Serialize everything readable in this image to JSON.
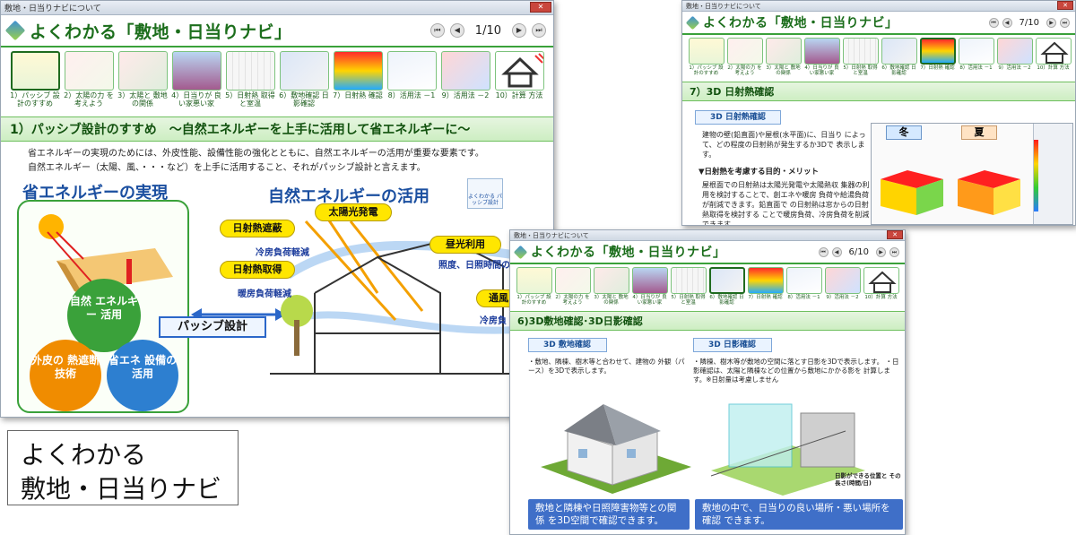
{
  "app": {
    "window_title": "敷地・日当りナビについて",
    "title": "よくわかる「敷地・日当りナビ」",
    "close_symbol": "✕"
  },
  "nav": [
    {
      "label": "1）パッシブ 設計のすすめ"
    },
    {
      "label": "2）太陽の力 を考えよう"
    },
    {
      "label": "3）太陽と 敷地の関係"
    },
    {
      "label": "4）日当りが 良い家悪い家"
    },
    {
      "label": "5）日射熱 取得と室温"
    },
    {
      "label": "6）敷地確認 日影確認"
    },
    {
      "label": "7）日射熱 確認"
    },
    {
      "label": "8）活用法 －1"
    },
    {
      "label": "9）活用法 －2"
    },
    {
      "label": "10）計算 方法"
    }
  ],
  "pager_buttons": {
    "first": "⏮",
    "prev": "◀",
    "next": "▶",
    "last": "⏭"
  },
  "window1": {
    "page": "1/10",
    "section_title": "1）パッシブ設計のすすめ　～自然エネルギーを上手に活用して省エネルギーに～",
    "intro_line1": "省エネルギーの実現のためには、外皮性能、設備性能の強化とともに、自然エネルギーの活用が重要な要素です。",
    "intro_line2": "自然エネルギー（太陽、風、・・・など）を上手に活用すること、それがパッシブ設計と言えます。",
    "left_heading": "省エネルギーの実現",
    "right_heading": "自然エネルギーの活用",
    "circle_green": "自然 エネルギー 活用",
    "circle_orange": "外皮の 熱遮断 技術",
    "circle_blue": "省エネ 設備の 活用",
    "passive_label": "パッシブ設計",
    "book_icon_label": "よくわかる パッシブ設計",
    "labels": {
      "shading": "日射熱遮蔽",
      "solar": "太陽光発電",
      "daylight": "昼光利用",
      "acquire": "日射熱取得",
      "vent": "通風"
    },
    "notes": {
      "cooling": "冷房負荷軽減",
      "heating": "暖房負荷軽減",
      "light": "照度、日照時間の",
      "vent": "冷房負"
    }
  },
  "window2": {
    "page": "7/10",
    "section_title": "7）3D 日射熱確認",
    "label": "3D 日射熱確認",
    "para1": "建物の壁(鉛直面)や屋根(水平面)に、日当り によって、どの程度の日射熱が発生するか3Dで 表示します。",
    "subheading": "▼日射熱を考慮する目的・メリット",
    "para2": "屋根面での日射熱は太陽光発電や太陽熱収 集器の利用を検討することで、創エネや暖房 負荷や給湯負荷が削減できます。鉛直面で の日射熱は窓からの日射熱取得を検討する ことで暖房負荷、冷房負荷を削減できます。",
    "winter_label": "冬",
    "summer_label": "夏"
  },
  "window3": {
    "page": "6/10",
    "section_title": "6)3D敷地確認･3D日影確認",
    "label_left": "3D 敷地確認",
    "label_right": "3D 日影確認",
    "text_left": "・敷地、隣棟、樹木等と合わせて、建物の 外観（パース）を3Dで表示します。",
    "text_right": "・隣棟、樹木等が敷地の空間に落とす日影を3Dで表示します。 ・日影確認は、太陽と隣棟などの位置から敷地にかかる影を 計算します。※日射量は考慮しません",
    "shadow_note": "日影ができる位置と その長さ(時間/日)",
    "box_left": "敷地と隣棟や日照障害物等との関係 を3D空間で確認できます。",
    "box_right": "敷地の中で、日当りの良い場所・悪い場所を確認 できます。"
  },
  "caption": {
    "line1": "よくわかる",
    "line2": "敷地・日当りナビ"
  },
  "colors": {
    "green": "#1c6e1c",
    "accent_yellow": "#ffe600",
    "blue": "#3f6fc8"
  }
}
